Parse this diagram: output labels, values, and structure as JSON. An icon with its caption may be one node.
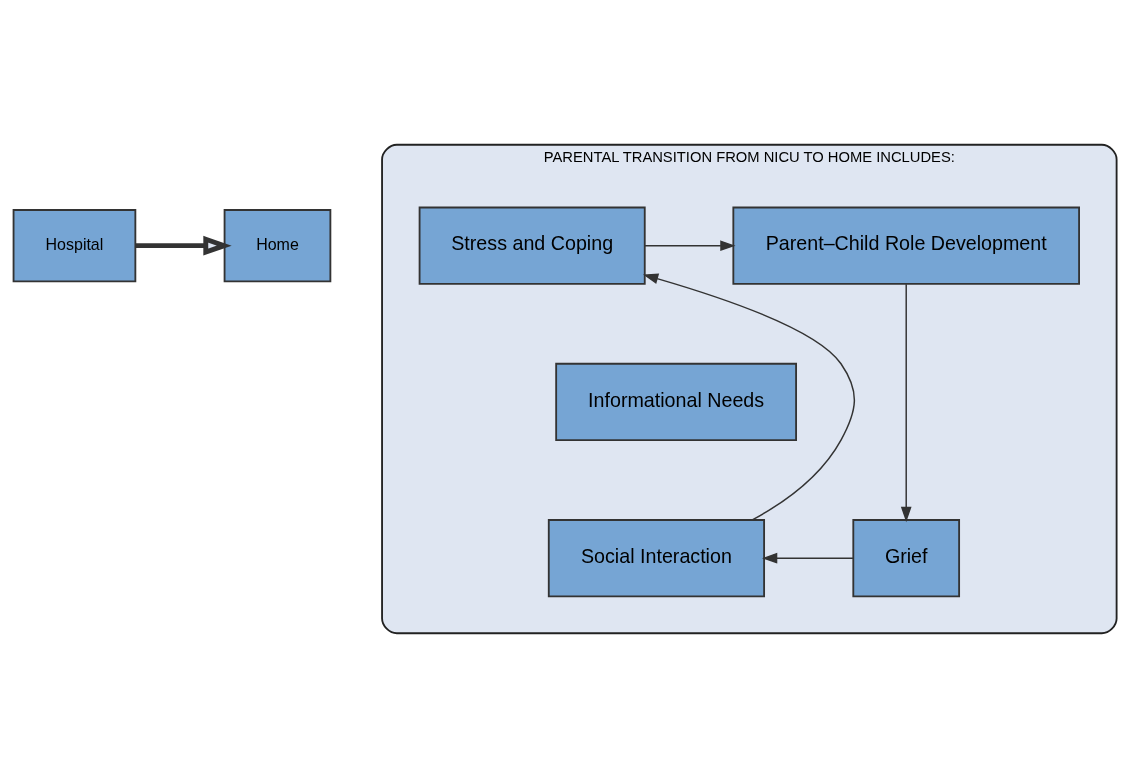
{
  "diagram": {
    "nodes": [
      {
        "text": [
          "Hospital"
        ]
      },
      {
        "text": [
          "Home"
        ]
      },
      {
        "text": [
          "PARENTAL TRANSITION FROM NICU TO HOME INCLUDES:"
        ]
      },
      {
        "text": [
          "Stress and Coping"
        ],
        "in": 2
      },
      {
        "text": [
          "Parent–Child Role Development"
        ],
        "in": 2
      },
      {
        "text": [
          "Informational Needs"
        ],
        "in": 2
      },
      {
        "text": [
          "Social Interaction"
        ],
        "in": 2
      },
      {
        "text": [
          "Grief"
        ],
        "in": 2
      }
    ],
    "edges": [
      {
        "from": 0,
        "to": 1,
        "arrow": "to",
        "style": "thick"
      },
      {
        "from": 3,
        "to": 4,
        "arrow": "to"
      },
      {
        "from": 4,
        "to": 7,
        "arrow": "to"
      },
      {
        "from": 7,
        "to": 6,
        "arrow": "to"
      },
      {
        "from": 6,
        "to": 3,
        "arrow": "to"
      }
    ]
  }
}
